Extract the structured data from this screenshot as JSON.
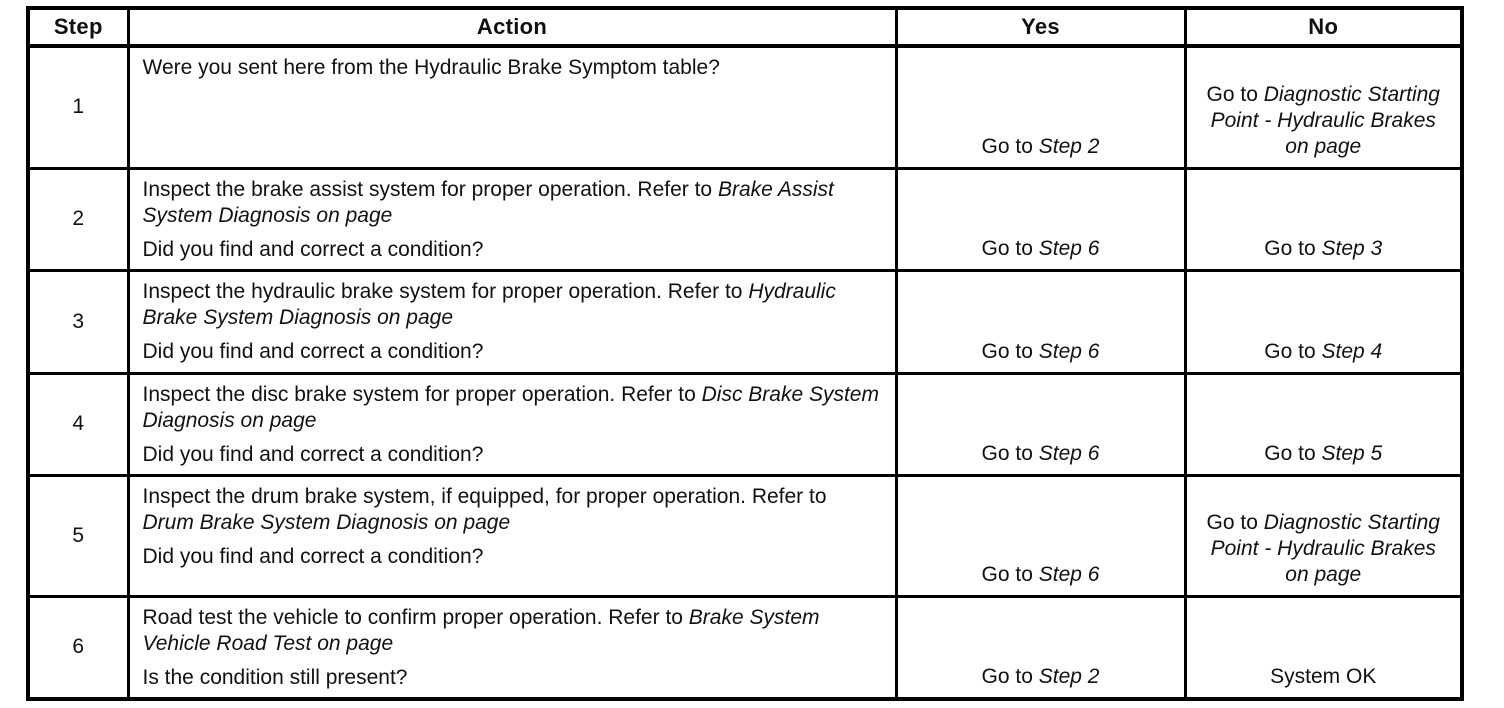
{
  "table": {
    "headers": {
      "step": "Step",
      "action": "Action",
      "yes": "Yes",
      "no": "No"
    },
    "rows": [
      {
        "step": "1",
        "action": [
          [
            {
              "text": "Were you sent here from the Hydraulic Brake Symptom table?",
              "italic": false
            }
          ]
        ],
        "yes": [
          {
            "text": "Go to ",
            "italic": false
          },
          {
            "text": "Step 2",
            "italic": true
          }
        ],
        "no": [
          {
            "text": "Go to ",
            "italic": false
          },
          {
            "text": "Diagnostic Starting Point - Hydraulic Brakes on page",
            "italic": true
          }
        ]
      },
      {
        "step": "2",
        "action": [
          [
            {
              "text": "Inspect the brake assist system for proper operation. Refer to ",
              "italic": false
            },
            {
              "text": "Brake Assist System Diagnosis on page",
              "italic": true
            }
          ],
          [
            {
              "text": "Did you find and correct a condition?",
              "italic": false
            }
          ]
        ],
        "yes": [
          {
            "text": "Go to ",
            "italic": false
          },
          {
            "text": "Step 6",
            "italic": true
          }
        ],
        "no": [
          {
            "text": "Go to ",
            "italic": false
          },
          {
            "text": "Step 3",
            "italic": true
          }
        ]
      },
      {
        "step": "3",
        "action": [
          [
            {
              "text": "Inspect the hydraulic brake system for proper operation. Refer to ",
              "italic": false
            },
            {
              "text": "Hydraulic Brake System Diagnosis on page",
              "italic": true
            }
          ],
          [
            {
              "text": "Did you find and correct a condition?",
              "italic": false
            }
          ]
        ],
        "yes": [
          {
            "text": "Go to ",
            "italic": false
          },
          {
            "text": "Step 6",
            "italic": true
          }
        ],
        "no": [
          {
            "text": "Go to ",
            "italic": false
          },
          {
            "text": "Step 4",
            "italic": true
          }
        ]
      },
      {
        "step": "4",
        "action": [
          [
            {
              "text": "Inspect the disc brake system for proper operation. Refer to ",
              "italic": false
            },
            {
              "text": "Disc Brake System Diagnosis on page",
              "italic": true
            }
          ],
          [
            {
              "text": "Did you find and correct a condition?",
              "italic": false
            }
          ]
        ],
        "yes": [
          {
            "text": "Go to ",
            "italic": false
          },
          {
            "text": "Step 6",
            "italic": true
          }
        ],
        "no": [
          {
            "text": "Go to ",
            "italic": false
          },
          {
            "text": "Step 5",
            "italic": true
          }
        ]
      },
      {
        "step": "5",
        "action": [
          [
            {
              "text": "Inspect the drum brake system, if equipped, for proper operation. Refer to ",
              "italic": false
            },
            {
              "text": "Drum Brake System Diagnosis on page",
              "italic": true
            }
          ],
          [
            {
              "text": "Did you find and correct a condition?",
              "italic": false
            }
          ]
        ],
        "yes": [
          {
            "text": "Go to ",
            "italic": false
          },
          {
            "text": "Step 6",
            "italic": true
          }
        ],
        "no": [
          {
            "text": "Go to ",
            "italic": false
          },
          {
            "text": "Diagnostic Starting Point - Hydraulic Brakes on page",
            "italic": true
          }
        ]
      },
      {
        "step": "6",
        "action": [
          [
            {
              "text": "Road test the vehicle to confirm proper operation. Refer to ",
              "italic": false
            },
            {
              "text": "Brake System Vehicle Road Test on page",
              "italic": true
            }
          ],
          [
            {
              "text": "Is the condition still present?",
              "italic": false
            }
          ]
        ],
        "yes": [
          {
            "text": "Go to ",
            "italic": false
          },
          {
            "text": "Step 2",
            "italic": true
          }
        ],
        "no": [
          {
            "text": "System OK",
            "italic": false
          }
        ]
      }
    ]
  }
}
